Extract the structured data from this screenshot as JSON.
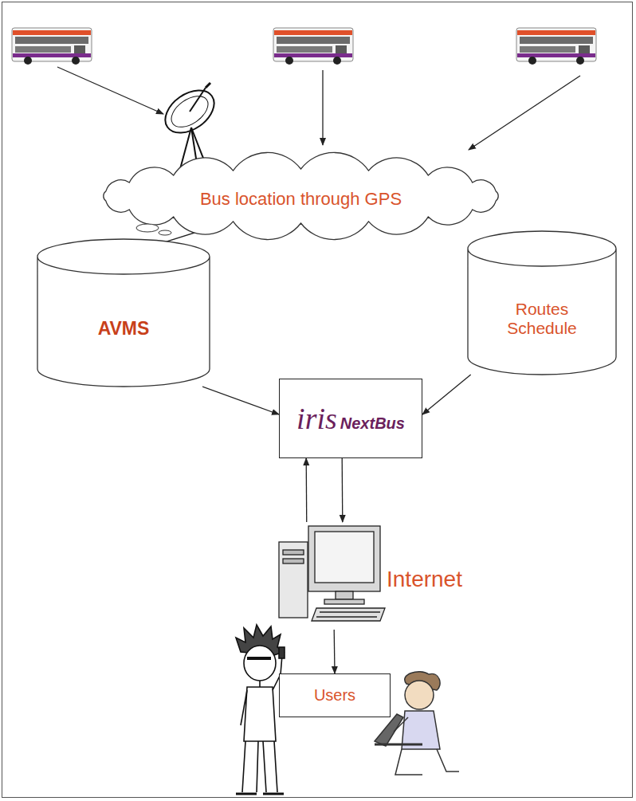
{
  "diagram": {
    "nodes": [
      {
        "text": [
          "Bus location through GPS"
        ]
      },
      {
        "text": [
          "AVMS"
        ]
      },
      {
        "text": [
          "Routes Schedule"
        ]
      },
      {
        "text": [
          "iris",
          "NextBus"
        ]
      },
      {
        "text": [
          "Internet"
        ]
      },
      {
        "text": [
          "Users"
        ]
      }
    ],
    "edges": [
      {
        "from": 0,
        "to": 1,
        "arrow": "to"
      },
      {
        "from": 1,
        "to": 3,
        "arrow": "to"
      },
      {
        "from": 2,
        "to": 3,
        "arrow": "to"
      },
      {
        "from": 4,
        "to": 3,
        "arrow": "to"
      },
      {
        "from": 3,
        "to": 4,
        "arrow": "to"
      },
      {
        "from": 4,
        "to": 5,
        "arrow": "to"
      }
    ]
  }
}
